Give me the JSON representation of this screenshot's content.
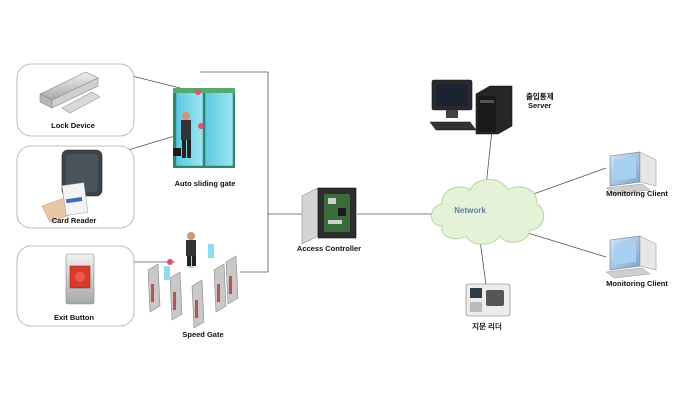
{
  "labels": {
    "lock_device": "Lock Device",
    "card_reader": "Card Reader",
    "exit_button": "Exit Button",
    "auto_sliding_gate": "Auto  sliding gate",
    "speed_gate": "Speed  Gate",
    "access_controller": "Access  Controller",
    "network": "Network",
    "server_line1": "출입통제",
    "server_line2": "Server",
    "monitoring_client_1": "Monitoring Client",
    "monitoring_client_2": "Monitoring Client",
    "fingerprint_reader": "지문 리더"
  },
  "colors": {
    "line": "#555555",
    "cloud_fill": "#e6f2d8",
    "cloud_stroke": "#b9d3a0",
    "network_text": "#5e7f9e"
  }
}
